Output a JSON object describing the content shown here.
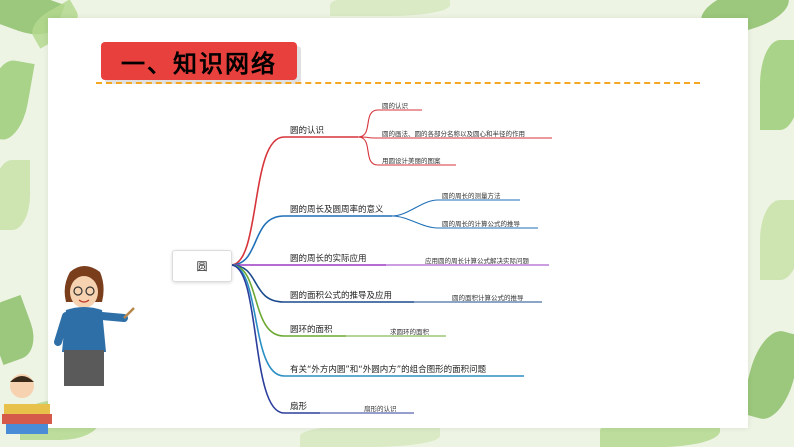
{
  "title": "一、知识网络",
  "center": "圆",
  "branches": [
    {
      "label": "圆的认识",
      "color": "#d6343a",
      "children": [
        "圆的认识",
        "圆的画法、圆的各部分名称以及圆心和半径的作用",
        "用圆设计美丽的图案"
      ]
    },
    {
      "label": "圆的周长及圆周率的意义",
      "color": "#1f6fb8",
      "children": [
        "圆的周长的测量方法",
        "圆的周长的计算公式的推导"
      ]
    },
    {
      "label": "圆的周长的实际应用",
      "color": "#9b3bc4",
      "children": [
        "应用圆的周长计算公式解决实际问题"
      ]
    },
    {
      "label": "圆的面积公式的推导及应用",
      "color": "#1a4a8c",
      "children": [
        "圆的面积计算公式的推导"
      ]
    },
    {
      "label": "圆环的面积",
      "color": "#6ba832",
      "children": [
        "求圆环的面积"
      ]
    },
    {
      "label": "有关“外方内圆”和“外圆内方”的组合图形的面积问题",
      "color": "#2a8fc4",
      "children": []
    },
    {
      "label": "扇形",
      "color": "#2c3e9c",
      "children": [
        "扇形的认识"
      ]
    }
  ]
}
